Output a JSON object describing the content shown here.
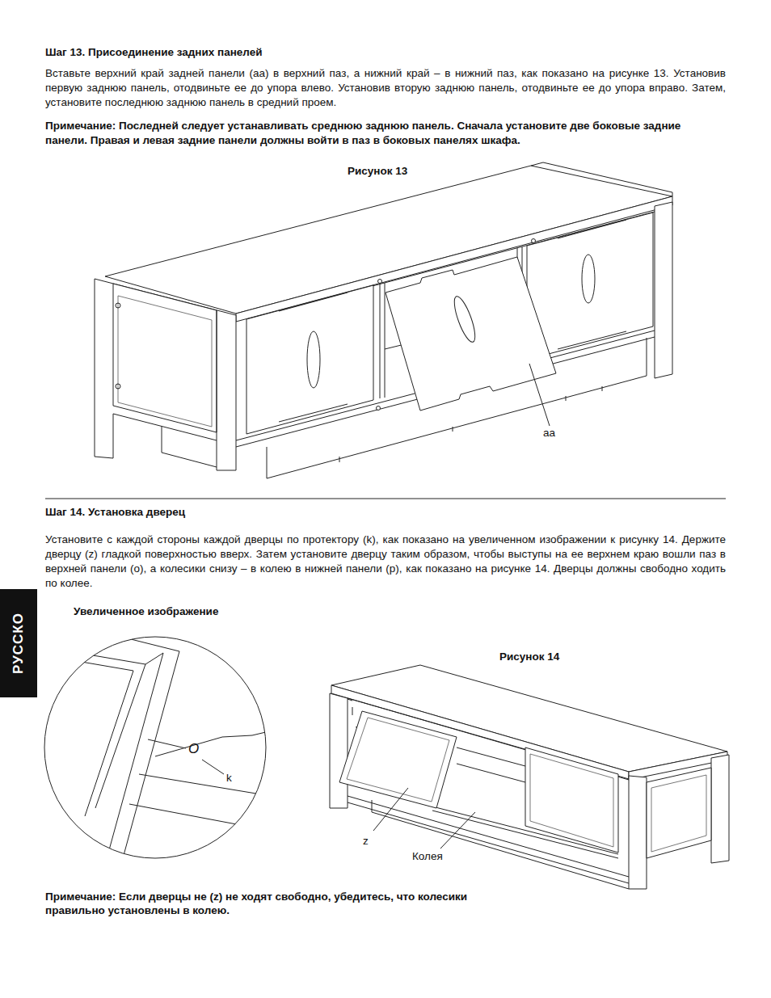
{
  "diagram": {
    "labels": [
      "Шаг 13. Присоединение задних панелей",
      "Вставьте верхний край задней панели (аа) в верхний паз, а нижний край – в нижний паз, как показано на рисунке 13. Установив первую заднюю панель, отодвиньте ее до упора влево. Установив вторую заднюю панель, отодвиньте ее до упора вправо. Затем, установите последнюю заднюю панель в средний проем.",
      "Примечание: Последней следует устанавливать среднюю заднюю панель. Сначала установите две боковые задние панели. Правая и левая задние панели должны войти в паз в боковых панелях шкафа.",
      "Рисунок 13",
      "aa",
      "Шаг 14. Установка дверец",
      "Установите с каждой стороны каждой дверцы по протектору (k), как показано на увеличенном изображении к рисунку 14. Держите дверцу (z) гладкой поверхностью вверх. Затем установите дверцу таким образом, чтобы выступы на ее верхнем краю вошли паз в верхней панели (o), а колесики снизу – в колею в нижней панели (p), как показано на рисунке 14. Дверцы должны свободно ходить по колее.",
      "Увеличенное изображение",
      "O",
      "k",
      "Рисунок 14",
      "z",
      "Колея",
      "Примечание: Если дверцы не (z) не ходят свободно, убедитесь, что колесики правильно установлены в колею.",
      "РУССКО"
    ]
  }
}
